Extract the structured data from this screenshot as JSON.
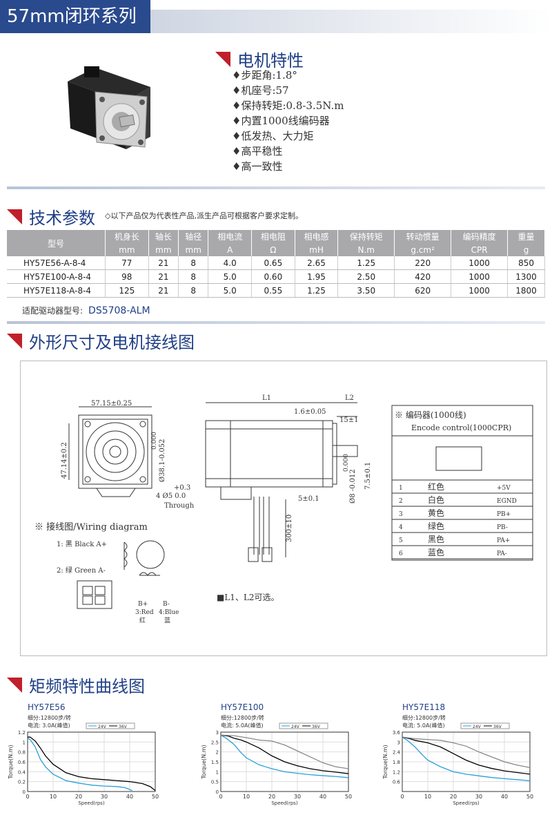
{
  "header": {
    "title": "57mm闭环系列"
  },
  "features": {
    "title": "电机特性",
    "items": [
      "♦步距角:1.8°",
      "♦机座号:57",
      "♦保持转矩:0.8-3.5N.m",
      "♦内置1000线编码器",
      "♦低发热、大力矩",
      "♦高平稳性",
      "♦高一致性"
    ]
  },
  "params": {
    "title": "技术参数",
    "note": "◇以下产品仅为代表性产品,派生产品可根据客户要求定制。",
    "headers": [
      "型号",
      "机身长",
      "轴长",
      "轴径",
      "相电流",
      "相电阻",
      "相电感",
      "保持转矩",
      "转动惯量",
      "编码精度",
      "重量"
    ],
    "units": [
      "mm",
      "mm",
      "mm",
      "A",
      "Ω",
      "mH",
      "N.m",
      "g.cm²",
      "CPR",
      "g"
    ],
    "rows": [
      [
        "HY57E56-A-8-4",
        "77",
        "21",
        "8",
        "4.0",
        "0.65",
        "2.65",
        "1.25",
        "220",
        "1000",
        "850"
      ],
      [
        "HY57E100-A-8-4",
        "98",
        "21",
        "8",
        "5.0",
        "0.60",
        "1.95",
        "2.50",
        "420",
        "1000",
        "1300"
      ],
      [
        "HY57E118-A-8-4",
        "125",
        "21",
        "8",
        "5.0",
        "0.55",
        "1.25",
        "3.50",
        "620",
        "1000",
        "1800"
      ]
    ],
    "driver_label": "适配驱动器型号:",
    "driver_value": "DS5708-ALM"
  },
  "dims": {
    "title": "外形尺寸及电机接线图",
    "width_label": "57.15±0.25",
    "height_label": "47.14±0.2",
    "boss_label": "Ø38.1-0.052",
    "boss_tol": "0.000",
    "hole_label": "4 Ø5 0.0",
    "hole_tol": "+0.3",
    "hole_note": "Through",
    "L1": "L1",
    "L2": "L2",
    "d1": "1.6±0.05",
    "d2": "15±1",
    "d3": "5±0.1",
    "shaft": "Ø8 -0.012",
    "shaft_tol": "0.000",
    "flat": "7.5±0.1",
    "lead": "300±10",
    "note": "■L1、L2可选。",
    "wiring_title": "※  接线图/Wiring diagram",
    "wires": [
      "1: 黑 Black A+",
      "2: 绿 Green A-",
      "B+",
      "3:Red",
      "红",
      "B-",
      "4:Blue",
      "蓝"
    ],
    "encoder_title": "※  编码器(1000线)",
    "encoder_sub": "Encode control(1000CPR)",
    "encoder_rows": [
      [
        "1",
        "红色",
        "+5V"
      ],
      [
        "2",
        "白色",
        "EGND"
      ],
      [
        "3",
        "黄色",
        "PB+"
      ],
      [
        "4",
        "绿色",
        "PB-"
      ],
      [
        "5",
        "黑色",
        "PA+"
      ],
      [
        "6",
        "蓝色",
        "PA-"
      ]
    ]
  },
  "curves": {
    "title": "矩频特性曲线图",
    "legend": [
      "24V",
      "36V"
    ]
  },
  "chart_data": [
    {
      "type": "line",
      "title": "HY57E56",
      "subtitle": [
        "细分:12800步/转",
        "电流: 3.0A(峰值)"
      ],
      "xlabel": "Speed(rps)",
      "ylabel": "Torque(N.m)",
      "xlim": [
        0,
        50
      ],
      "ylim": [
        0,
        1.2
      ],
      "xticks": [
        0,
        10,
        20,
        30,
        40,
        50
      ],
      "yticks": [
        0,
        0.2,
        0.4,
        0.6,
        0.8,
        1,
        1.2
      ],
      "series": [
        {
          "name": "24V",
          "color": "#2a9fd6",
          "x": [
            0,
            1,
            3,
            5,
            7,
            10,
            15,
            20,
            25,
            30,
            35,
            38,
            40,
            41
          ],
          "y": [
            1.08,
            1.05,
            0.9,
            0.65,
            0.5,
            0.35,
            0.22,
            0.17,
            0.13,
            0.11,
            0.1,
            0.08,
            0.04,
            0.02
          ]
        },
        {
          "name": "36V",
          "color": "#000000",
          "x": [
            0,
            1,
            3,
            5,
            7,
            10,
            15,
            20,
            25,
            30,
            35,
            40,
            45,
            48,
            50
          ],
          "y": [
            1.1,
            1.1,
            1.02,
            0.88,
            0.72,
            0.55,
            0.38,
            0.3,
            0.26,
            0.24,
            0.22,
            0.2,
            0.16,
            0.1,
            0.02
          ]
        }
      ]
    },
    {
      "type": "line",
      "title": "HY57E100",
      "subtitle": [
        "细分:12800步/转",
        "电流: 5.0A(峰值)"
      ],
      "xlabel": "Speed(rps)",
      "ylabel": "Torque(N.m)",
      "xlim": [
        0,
        50
      ],
      "ylim": [
        0,
        3.0
      ],
      "xticks": [
        0,
        10,
        20,
        30,
        40,
        50
      ],
      "yticks": [
        0,
        0.5,
        1.0,
        1.5,
        2.0,
        2.5,
        3.0
      ],
      "series": [
        {
          "name": "24V",
          "color": "#2a9fd6",
          "x": [
            0,
            2,
            5,
            8,
            10,
            15,
            20,
            25,
            30,
            35,
            40,
            45,
            50
          ],
          "y": [
            2.85,
            2.7,
            2.4,
            1.95,
            1.7,
            1.35,
            1.15,
            1.0,
            0.92,
            0.85,
            0.8,
            0.76,
            0.7
          ]
        },
        {
          "name": "36V",
          "color": "#000000",
          "x": [
            0,
            3,
            5,
            8,
            10,
            15,
            20,
            25,
            30,
            35,
            40,
            45,
            50
          ],
          "y": [
            2.85,
            2.8,
            2.7,
            2.6,
            2.5,
            2.2,
            1.8,
            1.5,
            1.3,
            1.15,
            1.05,
            0.98,
            0.9
          ]
        },
        {
          "name": "",
          "color": "#888888",
          "x": [
            0,
            5,
            10,
            15,
            20,
            25,
            30,
            35,
            40,
            45,
            50
          ],
          "y": [
            2.85,
            2.82,
            2.72,
            2.6,
            2.55,
            2.35,
            2.05,
            1.75,
            1.45,
            1.25,
            1.15
          ]
        }
      ]
    },
    {
      "type": "line",
      "title": "HY57E118",
      "subtitle": [
        "细分:12800步/转",
        "电流: 5.0A(峰值)"
      ],
      "xlabel": "Speed(rps)",
      "ylabel": "Torque(N.m)",
      "xlim": [
        0,
        50
      ],
      "ylim": [
        0,
        3.6
      ],
      "xticks": [
        0,
        10,
        20,
        30,
        40,
        50
      ],
      "yticks": [
        0.6,
        1.2,
        1.8,
        2.4,
        3.0,
        3.6
      ],
      "series": [
        {
          "name": "24V",
          "color": "#2a9fd6",
          "x": [
            0,
            2,
            5,
            8,
            10,
            15,
            20,
            25,
            30,
            35,
            40,
            45,
            50
          ],
          "y": [
            3.3,
            3.1,
            2.7,
            2.2,
            1.9,
            1.5,
            1.2,
            1.05,
            0.95,
            0.85,
            0.78,
            0.72,
            0.65
          ]
        },
        {
          "name": "36V",
          "color": "#000000",
          "x": [
            0,
            3,
            5,
            10,
            15,
            20,
            25,
            30,
            35,
            40,
            45,
            50
          ],
          "y": [
            3.3,
            3.2,
            3.1,
            2.95,
            2.7,
            2.3,
            1.9,
            1.6,
            1.4,
            1.25,
            1.15,
            1.05
          ]
        },
        {
          "name": "",
          "color": "#888888",
          "x": [
            0,
            5,
            10,
            15,
            20,
            25,
            30,
            35,
            40,
            45,
            50
          ],
          "y": [
            3.3,
            3.2,
            3.15,
            3.1,
            2.95,
            2.75,
            2.4,
            2.1,
            1.8,
            1.6,
            1.45
          ]
        }
      ]
    }
  ]
}
